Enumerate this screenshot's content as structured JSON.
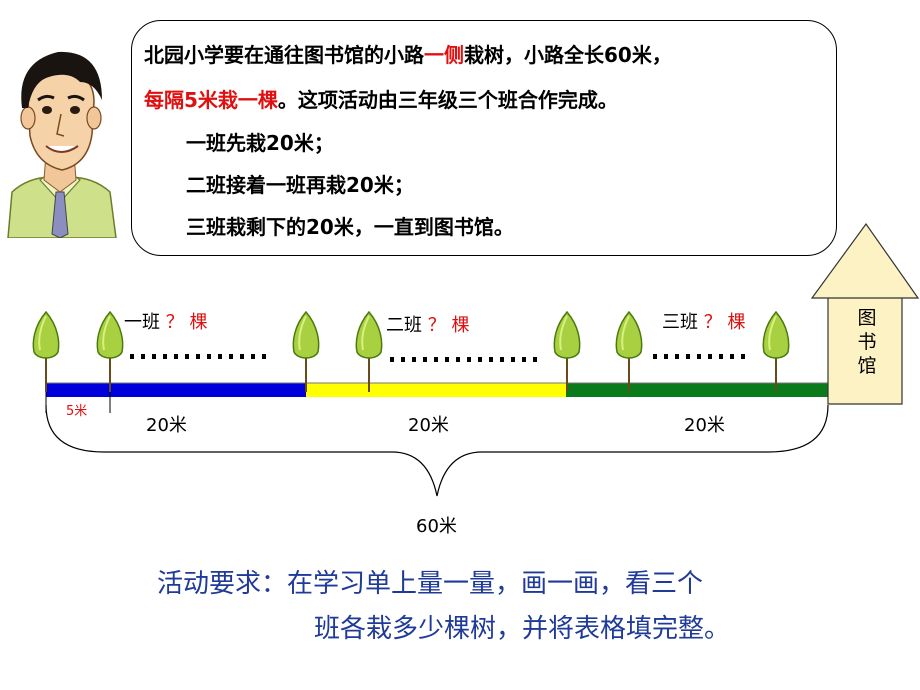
{
  "bubble": {
    "line1": {
      "a": "北园小学要在通往图书馆的小路",
      "b": "一侧",
      "c": "栽树，小路全长60米，"
    },
    "line2": {
      "a": "每隔5米栽一棵",
      "b": "。这项活动由三年级三个班合作完成。"
    },
    "line3": "一班先栽20米；",
    "line4": "二班接着一班再栽20米；",
    "line5": "三班栽剩下的20米，一直到图书馆。"
  },
  "classes": [
    {
      "name": "一班",
      "q": "？",
      "u": "棵"
    },
    {
      "name": "二班",
      "q": "？",
      "u": "棵"
    },
    {
      "name": "三班",
      "q": "？",
      "u": "棵"
    }
  ],
  "segment_lengths": [
    "20米",
    "20米",
    "20米"
  ],
  "small_segment": "5米",
  "total": "60米",
  "library": [
    "图",
    "书",
    "馆"
  ],
  "task": {
    "line1": "活动要求：在学习单上量一量，画一画，看三个",
    "line2": "班各栽多少棵树，并将表格填完整。"
  },
  "colors": {
    "segment1": "#0000dd",
    "segment2": "#ffff00",
    "segment3": "#0a7a1a",
    "highlight": "#e01010",
    "task_text": "#1f3a98",
    "library_fill": "#fdf2c4"
  }
}
